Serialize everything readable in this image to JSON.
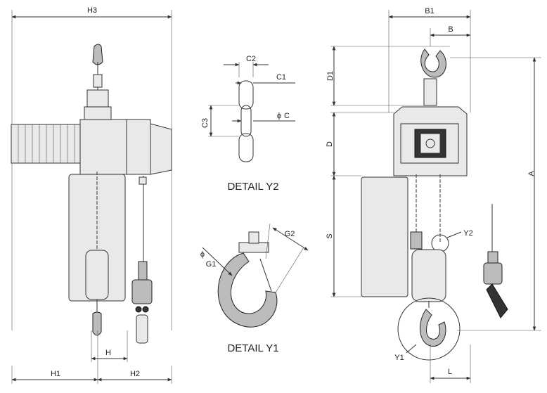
{
  "details": {
    "y2": "DETAIL Y2",
    "y1": "DETAIL Y1"
  },
  "dimensions": {
    "h3": "H3",
    "h1": "H1",
    "h2": "H2",
    "h": "H",
    "b1": "B1",
    "b": "B",
    "d1": "D1",
    "d": "D",
    "s": "S",
    "a": "A",
    "l": "L",
    "c2": "C2",
    "c1": "C1",
    "c3": "C3",
    "c": "C",
    "g1": "G1",
    "g2": "G2",
    "y1": "Y1",
    "y2": "Y2",
    "diameter_symbol": "ϕ"
  },
  "icons": {
    "drawing": "electric-chain-hoist-drawing"
  }
}
